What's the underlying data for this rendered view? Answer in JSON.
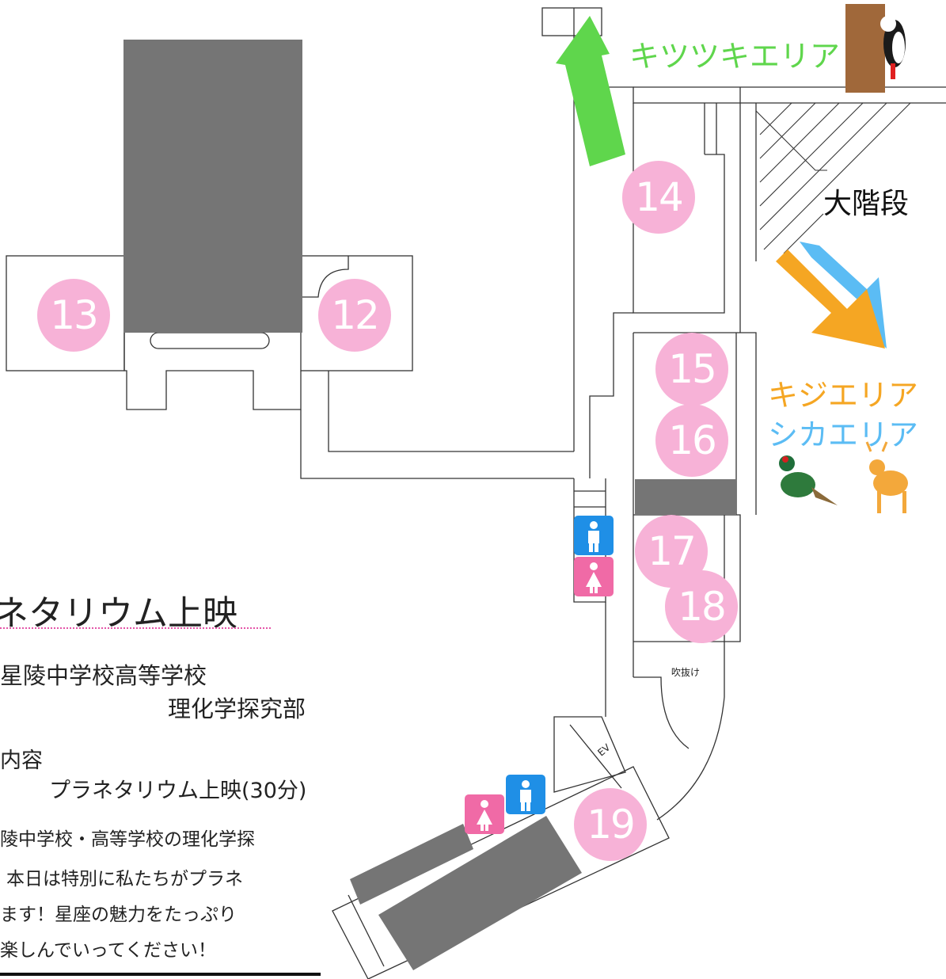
{
  "rooms": {
    "r12": "12",
    "r13": "13",
    "r14": "14",
    "r15": "15",
    "r16": "16",
    "r17": "17",
    "r18": "18",
    "r19": "19"
  },
  "areas": {
    "woodpecker": "キツツキエリア",
    "pheasant": "キジエリア",
    "deer": "シカエリア"
  },
  "landmarks": {
    "grand_stairs": "大階段",
    "atrium": "吹抜け",
    "elevator": "EV"
  },
  "info": {
    "title_fragment": "ネタリウム上映",
    "org_line1": "星陵中学校高等学校",
    "org_line2": "理化学探究部",
    "content_label": "内容",
    "content_value": "プラネタリウム上映(30分)",
    "desc_line1": "陵中学校・高等学校の理化学探",
    "desc_line2": "本日は特別に私たちがプラネ",
    "desc_line3": "ます！星座の魅力をたっぷり",
    "desc_line4": "楽しんでいってください！"
  },
  "colors": {
    "room_circle": "#f7b2d7",
    "arrow_green": "#5fd64c",
    "arrow_orange": "#f5a623",
    "arrow_blue": "#5bbcf4",
    "restroom_male": "#1f8fe6",
    "restroom_female": "#f06aa6",
    "blocked_area": "#757575"
  },
  "icons": [
    "woodpecker-icon",
    "pheasant-icon",
    "deer-icon",
    "restroom-male-icon",
    "restroom-female-icon"
  ]
}
